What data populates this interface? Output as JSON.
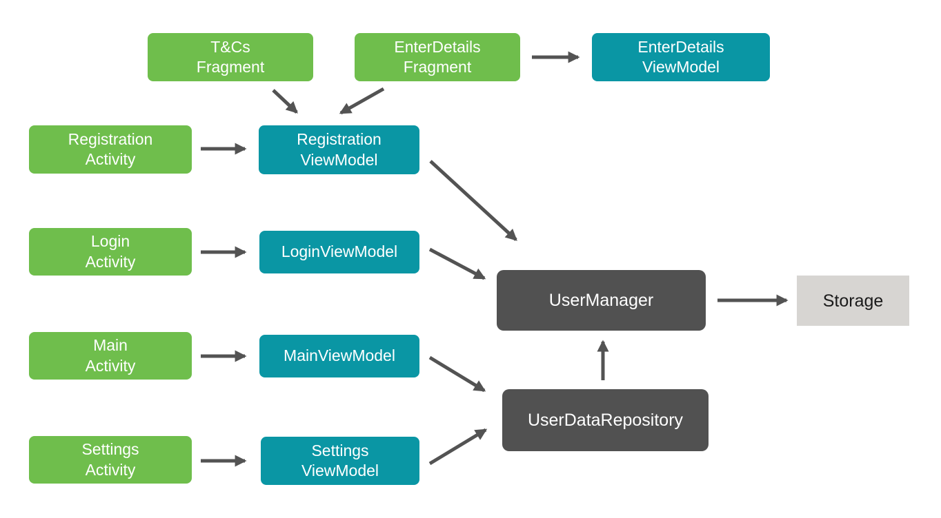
{
  "diagram": {
    "type": "app-architecture-diagram",
    "colors": {
      "activity_fragment_green": "#6FBE4C",
      "viewmodel_teal": "#0A96A4",
      "manager_repository_dark_gray": "#515151",
      "storage_light_gray": "#D7D5D2",
      "arrow_gray": "#535353",
      "label_white": "#FFFFFF",
      "storage_text_black": "#1A1A1A"
    },
    "nodes": [
      {
        "id": "tcs-fragment",
        "label": "T&Cs\nFragment",
        "kind": "fragment"
      },
      {
        "id": "enterdetails-fragment",
        "label": "EnterDetails\nFragment",
        "kind": "fragment"
      },
      {
        "id": "enterdetails-viewmodel",
        "label": "EnterDetails\nViewModel",
        "kind": "viewmodel"
      },
      {
        "id": "registration-activity",
        "label": "Registration\nActivity",
        "kind": "activity"
      },
      {
        "id": "registration-viewmodel",
        "label": "Registration\nViewModel",
        "kind": "viewmodel"
      },
      {
        "id": "login-activity",
        "label": "Login\nActivity",
        "kind": "activity"
      },
      {
        "id": "login-viewmodel",
        "label": "LoginViewModel",
        "kind": "viewmodel"
      },
      {
        "id": "main-activity",
        "label": "Main\nActivity",
        "kind": "activity"
      },
      {
        "id": "main-viewmodel",
        "label": "MainViewModel",
        "kind": "viewmodel"
      },
      {
        "id": "settings-activity",
        "label": "Settings\nActivity",
        "kind": "activity"
      },
      {
        "id": "settings-viewmodel",
        "label": "Settings\nViewModel",
        "kind": "viewmodel"
      },
      {
        "id": "user-manager",
        "label": "UserManager",
        "kind": "manager"
      },
      {
        "id": "user-data-repository",
        "label": "UserDataRepository",
        "kind": "repository"
      },
      {
        "id": "storage",
        "label": "Storage",
        "kind": "storage"
      }
    ],
    "edges": [
      {
        "from": "tcs-fragment",
        "to": "registration-viewmodel"
      },
      {
        "from": "enterdetails-fragment",
        "to": "registration-viewmodel"
      },
      {
        "from": "enterdetails-fragment",
        "to": "enterdetails-viewmodel"
      },
      {
        "from": "registration-activity",
        "to": "registration-viewmodel"
      },
      {
        "from": "login-activity",
        "to": "login-viewmodel"
      },
      {
        "from": "main-activity",
        "to": "main-viewmodel"
      },
      {
        "from": "settings-activity",
        "to": "settings-viewmodel"
      },
      {
        "from": "registration-viewmodel",
        "to": "user-manager"
      },
      {
        "from": "login-viewmodel",
        "to": "user-manager"
      },
      {
        "from": "main-viewmodel",
        "to": "user-data-repository"
      },
      {
        "from": "settings-viewmodel",
        "to": "user-data-repository"
      },
      {
        "from": "user-data-repository",
        "to": "user-manager"
      },
      {
        "from": "user-manager",
        "to": "storage"
      }
    ]
  }
}
